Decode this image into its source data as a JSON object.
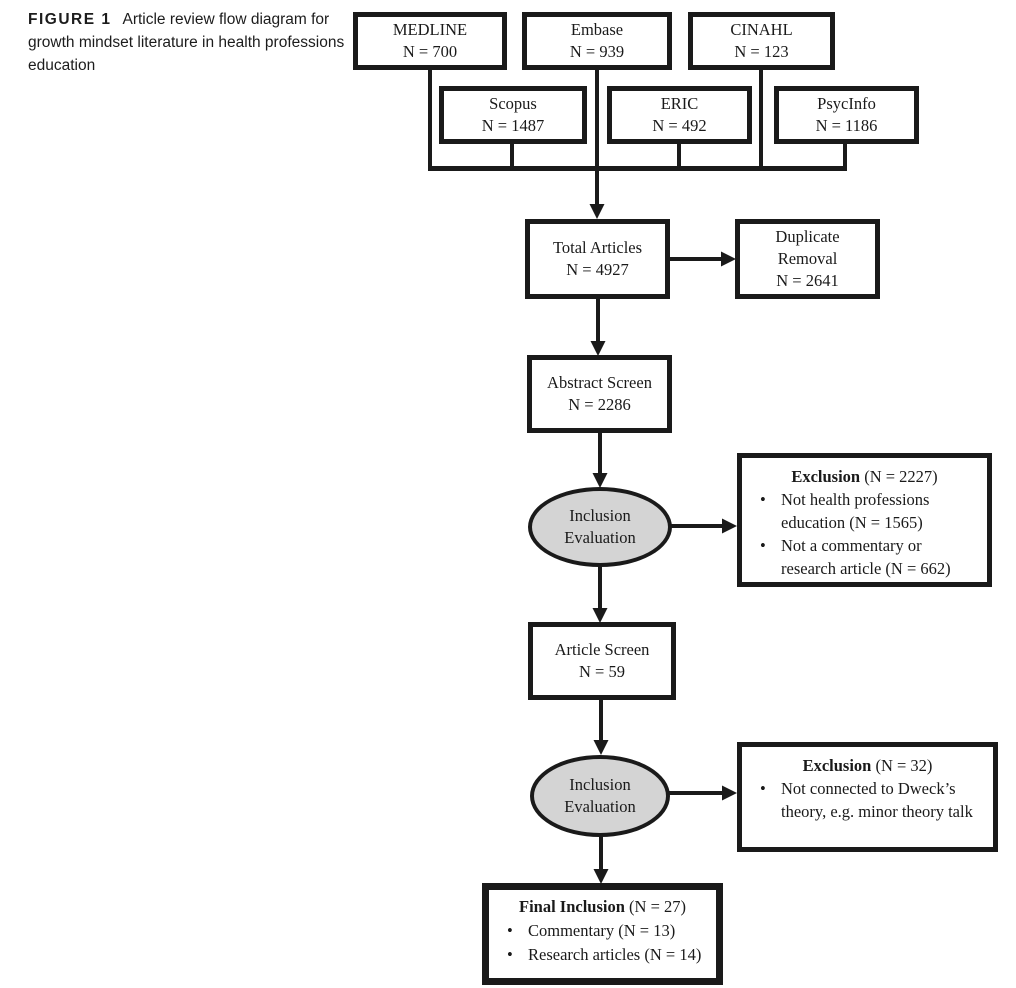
{
  "caption": {
    "label": "FIGURE 1",
    "text": "Article review flow diagram for growth mindset literature in health professions education"
  },
  "colors": {
    "line": "#1a1a1a",
    "ellipse_fill": "#d4d4d4",
    "background": "#ffffff"
  },
  "databases": [
    {
      "name": "MEDLINE",
      "count": "N = 700"
    },
    {
      "name": "Embase",
      "count": "N = 939"
    },
    {
      "name": "CINAHL",
      "count": "N = 123"
    },
    {
      "name": "Scopus",
      "count": "N = 1487"
    },
    {
      "name": "ERIC",
      "count": "N = 492"
    },
    {
      "name": "PsycInfo",
      "count": "N = 1186"
    }
  ],
  "nodes": {
    "total": {
      "name": "Total Articles",
      "count": "N = 4927"
    },
    "duplicate": {
      "name": "Duplicate Removal",
      "count": "N = 2641"
    },
    "abstract": {
      "name": "Abstract Screen",
      "count": "N = 2286"
    },
    "inclusion1": {
      "label": "Inclusion Evaluation"
    },
    "article": {
      "name": "Article Screen",
      "count": "N = 59"
    },
    "inclusion2": {
      "label": "Inclusion Evaluation"
    }
  },
  "exclusion1": {
    "title_bold": "Exclusion",
    "title_rest": " (N = 2227)",
    "bullets": [
      "Not health professions education (N = 1565)",
      "Not a commentary or research article (N = 662)"
    ]
  },
  "exclusion2": {
    "title_bold": "Exclusion",
    "title_rest": " (N = 32)",
    "bullets": [
      "Not connected to Dweck’s theory, e.g. minor theory talk"
    ]
  },
  "final": {
    "title_bold": "Final Inclusion",
    "title_rest": " (N = 27)",
    "bullets": [
      "Commentary (N = 13)",
      "Research articles (N = 14)"
    ]
  }
}
